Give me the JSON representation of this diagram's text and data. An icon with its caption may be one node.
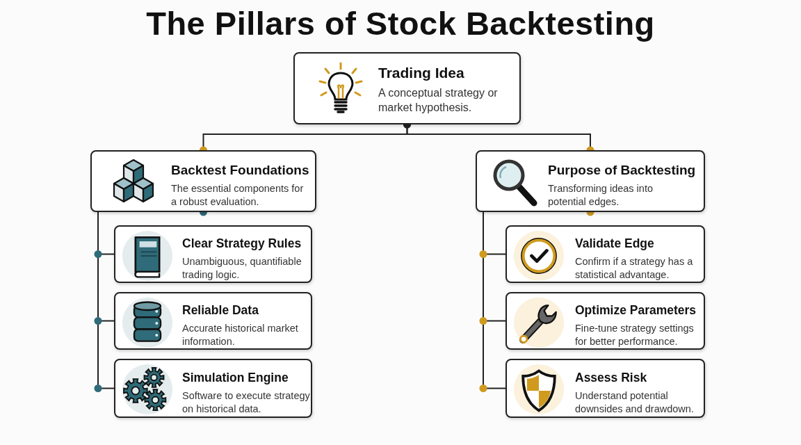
{
  "diagram": {
    "title": "The Pillars of Stock Backtesting",
    "nodes": [
      {
        "text": [
          "Trading Idea",
          "A conceptual strategy or market hypothesis."
        ]
      },
      {
        "text": [
          "Backtest Foundations",
          "The essential components for a robust evaluation."
        ]
      },
      {
        "text": [
          "Purpose of Backtesting",
          "Transforming ideas into potential edges."
        ]
      },
      {
        "text": [
          "Clear Strategy Rules",
          "Unambiguous, quantifiable trading logic."
        ]
      },
      {
        "text": [
          "Reliable Data",
          "Accurate historical market information."
        ]
      },
      {
        "text": [
          "Simulation Engine",
          "Software to execute strategy on historical data."
        ]
      },
      {
        "text": [
          "Validate Edge",
          "Confirm if a strategy has a statistical advantage."
        ]
      },
      {
        "text": [
          "Optimize Parameters",
          "Fine-tune strategy settings for better performance."
        ]
      },
      {
        "text": [
          "Assess Risk",
          "Understand potential downsides and drawdown."
        ]
      }
    ],
    "edges": [
      {
        "from": 0,
        "to": 1,
        "arrow": "other"
      },
      {
        "from": 0,
        "to": 2,
        "arrow": "other"
      },
      {
        "from": 1,
        "to": 3,
        "arrow": "none"
      },
      {
        "from": 1,
        "to": 4,
        "arrow": "none"
      },
      {
        "from": 1,
        "to": 5,
        "arrow": "none"
      },
      {
        "from": 2,
        "to": 6,
        "arrow": "none"
      },
      {
        "from": 2,
        "to": 7,
        "arrow": "none"
      },
      {
        "from": 2,
        "to": 8,
        "arrow": "none"
      }
    ]
  }
}
